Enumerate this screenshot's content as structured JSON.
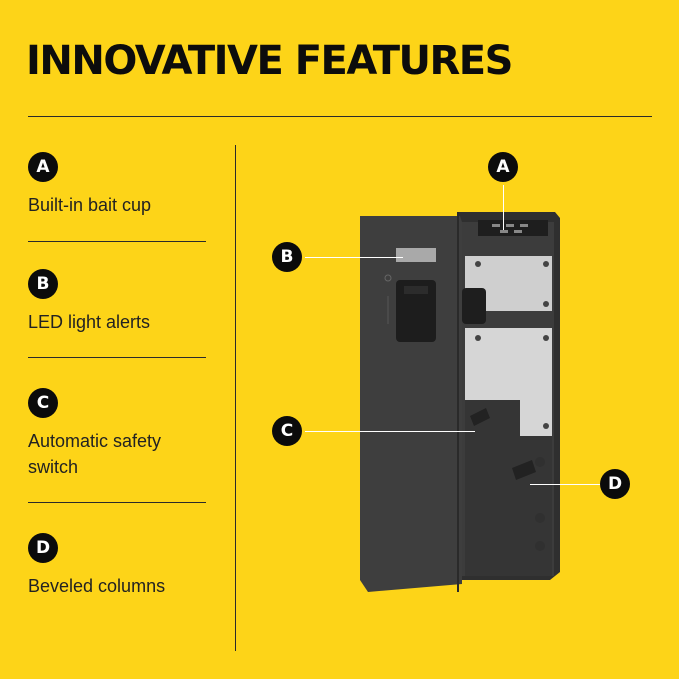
{
  "title": "INNOVATIVE FEATURES",
  "features": [
    {
      "letter": "A",
      "label": "Built-in bait cup"
    },
    {
      "letter": "B",
      "label": "LED light alerts"
    },
    {
      "letter": "C",
      "label": "Automatic safety switch"
    },
    {
      "letter": "D",
      "label": "Beveled columns"
    }
  ],
  "callouts": {
    "a": "A",
    "b": "B",
    "c": "C",
    "d": "D"
  },
  "colors": {
    "background": "#FDD418",
    "badge": "#0b0b0b",
    "device": "#3a3a3a",
    "plate": "#c9c9c9"
  }
}
